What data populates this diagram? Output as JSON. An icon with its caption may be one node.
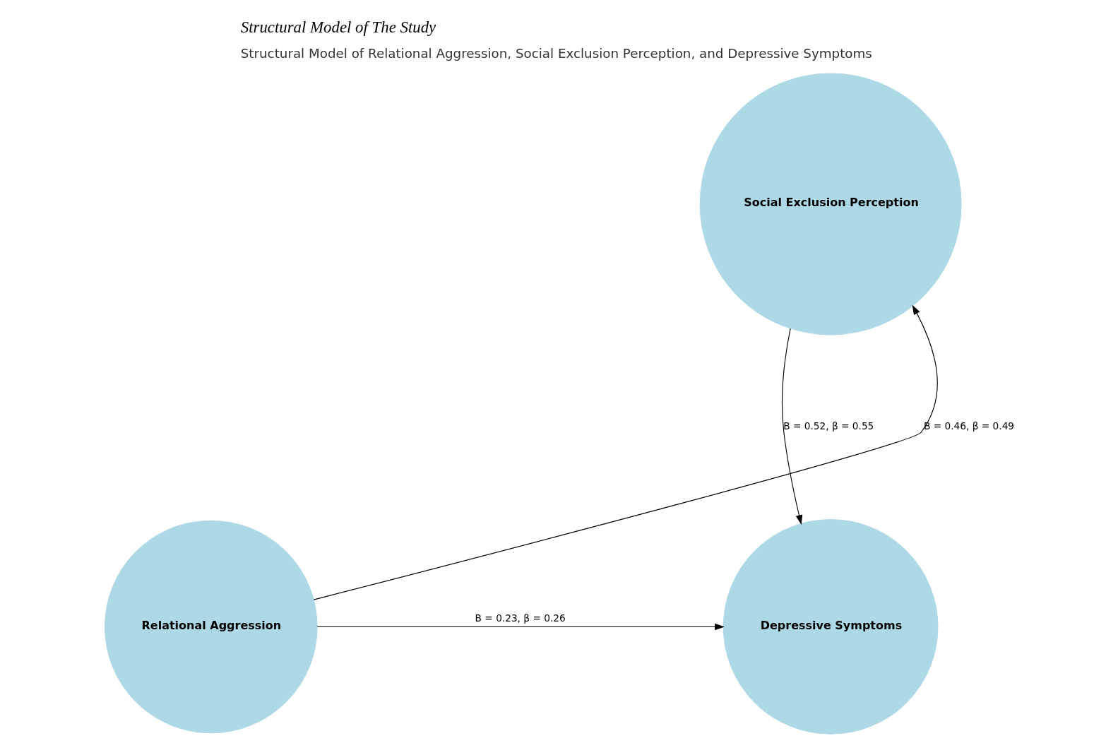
{
  "diagram": {
    "title": "Structural Model of The Study",
    "caption": "Structural Model of Relational Aggression, Social Exclusion Perception, and Depressive Symptoms",
    "nodes": [
      {
        "text": [
          "Social Exclusion Perception"
        ]
      },
      {
        "text": [
          "Relational Aggression"
        ]
      },
      {
        "text": [
          "Depressive Symptoms"
        ]
      }
    ],
    "edges": [
      {
        "from": 1,
        "to": 0,
        "arrow": "to",
        "label": "B = 0.46, β = 0.49"
      },
      {
        "from": 0,
        "to": 2,
        "arrow": "to",
        "label": "B = 0.52, β = 0.55"
      },
      {
        "from": 1,
        "to": 2,
        "arrow": "to",
        "label": "B = 0.23, β = 0.26"
      }
    ]
  }
}
